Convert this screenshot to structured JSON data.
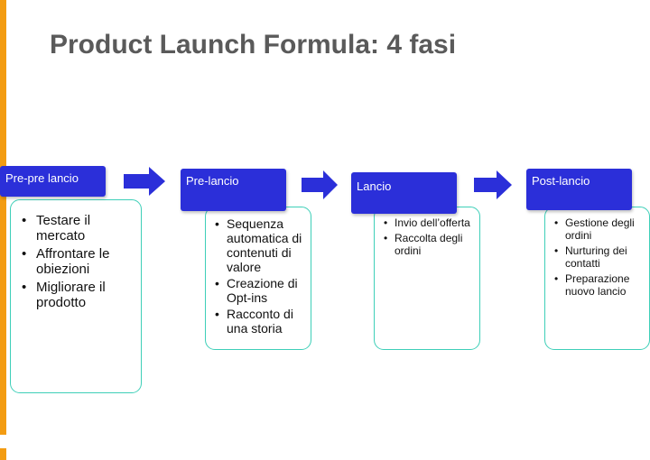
{
  "title": "Product Launch Formula: 4 fasi",
  "colors": {
    "accent": "#f39c12",
    "phase_fill": "#2b2fd9",
    "arrow": "#2b2fd9",
    "box_border": "#3ecfb8",
    "title": "#5a5a5a"
  },
  "phases": [
    {
      "label": "Pre-pre lancio",
      "items": [
        "Testare il mercato",
        "Affrontare le obiezioni",
        "Migliorare il prodotto"
      ]
    },
    {
      "label": "Pre-lancio",
      "items": [
        "Sequenza automatica di contenuti di valore",
        "Creazione di Opt-ins",
        "Racconto di una storia"
      ]
    },
    {
      "label": "Lancio",
      "items": [
        "Invio dell’offerta",
        "Raccolta degli ordini"
      ]
    },
    {
      "label": "Post-lancio",
      "items": [
        "Gestione degli ordini",
        "Nurturing dei contatti",
        "Preparazione nuovo lancio"
      ]
    }
  ]
}
